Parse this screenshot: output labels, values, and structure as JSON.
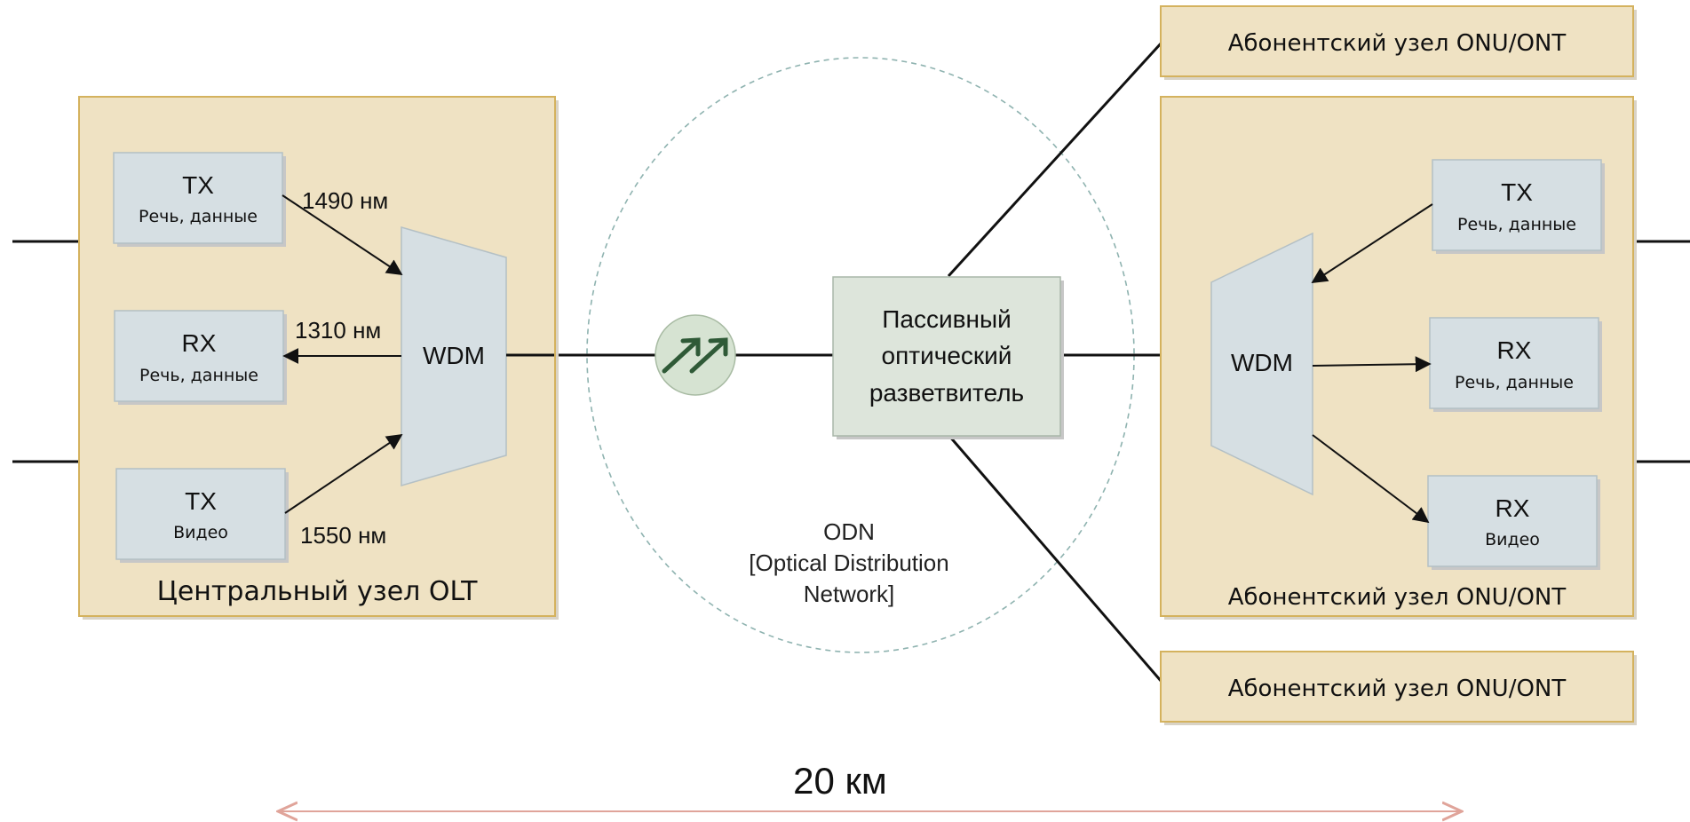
{
  "olt": {
    "title": "Центральный узел OLT",
    "tx_voice": {
      "label": "TX",
      "sub": "Речь, данные"
    },
    "rx_voice": {
      "label": "RX",
      "sub": "Речь, данные"
    },
    "tx_video": {
      "label": "TX",
      "sub": "Видео"
    },
    "wdm": "WDM",
    "wavelengths": {
      "down_voice": "1490 нм",
      "up_voice": "1310 нм",
      "down_video": "1550 нм"
    }
  },
  "odn": {
    "line1": "ODN",
    "line2": "[Optical Distribution",
    "line3": "Network]"
  },
  "splitter": {
    "line1": "Пассивный",
    "line2": "оптический",
    "line3": "разветвитель"
  },
  "onu": {
    "title": "Абонентский узел ONU/ONT",
    "top_title": "Абонентский узел ONU/ONT",
    "bottom_title": "Абонентский узел ONU/ONT",
    "tx_voice": {
      "label": "TX",
      "sub": "Речь, данные"
    },
    "rx_voice": {
      "label": "RX",
      "sub": "Речь, данные"
    },
    "rx_video": {
      "label": "RX",
      "sub": "Видео"
    },
    "wdm": "WDM"
  },
  "distance": "20 км",
  "colors": {
    "panel": "#efe2c3",
    "panel_border": "#d4b25e",
    "box": "#d6dfe3",
    "distance_arrow": "#e0a49a"
  }
}
